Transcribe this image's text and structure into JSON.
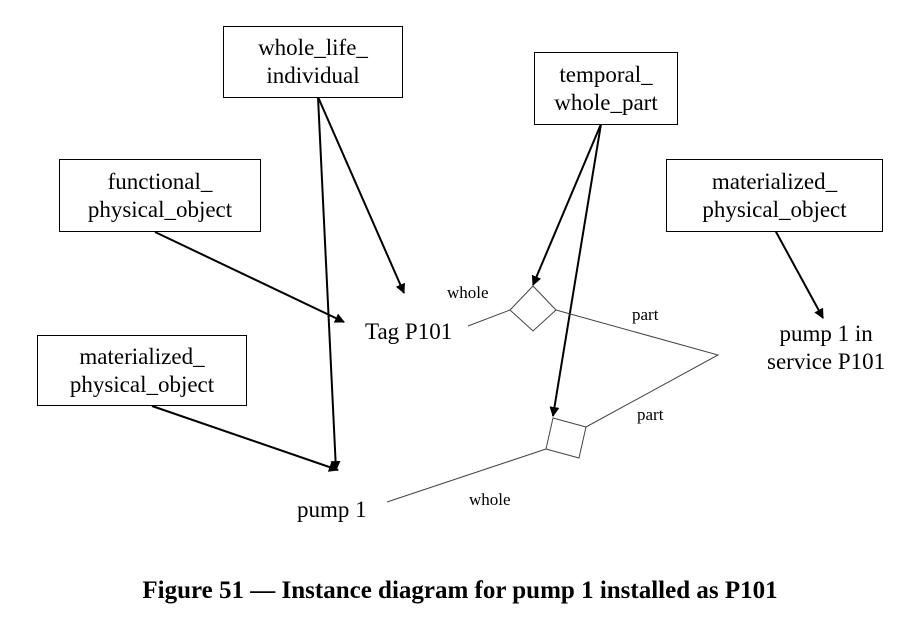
{
  "diagram": {
    "type_boxes": {
      "whole_life_individual": [
        "whole_life_",
        "individual"
      ],
      "temporal_whole_part": [
        "temporal_",
        "whole_part"
      ],
      "functional_physical_object": [
        "functional_",
        "physical_object"
      ],
      "materialized_physical_object_right": [
        "materialized_",
        "physical_object"
      ],
      "materialized_physical_object_left": [
        "materialized_",
        "physical_object"
      ]
    },
    "instances": {
      "tag_p101": "Tag P101",
      "pump_1": "pump 1",
      "pump_1_in_service": [
        "pump 1 in",
        "service P101"
      ]
    },
    "role_labels": {
      "whole_top": "whole",
      "part_top": "part",
      "part_bottom": "part",
      "whole_bottom": "whole"
    }
  },
  "caption": "Figure 51 — Instance diagram for pump 1 installed as P101"
}
